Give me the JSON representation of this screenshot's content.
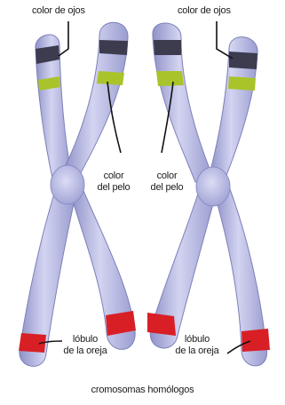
{
  "labels": {
    "eye_color_left": "color de ojos",
    "eye_color_right": "color de ojos",
    "hair_color_left": [
      "color",
      "del pelo"
    ],
    "hair_color_right": [
      "color",
      "del pelo"
    ],
    "earlobe_left": [
      "lóbulo",
      "de la oreja"
    ],
    "earlobe_right": [
      "lóbulo",
      "de la oreja"
    ],
    "caption": "cromosomas homólogos"
  },
  "colors": {
    "chromosome": "#b7b9e3",
    "chromosome_shadow": "#8f92c8",
    "eye_band": "#3c3c4e",
    "hair_band": "#a8c42a",
    "earlobe_band": "#d81f26",
    "leader_line": "#111111"
  }
}
